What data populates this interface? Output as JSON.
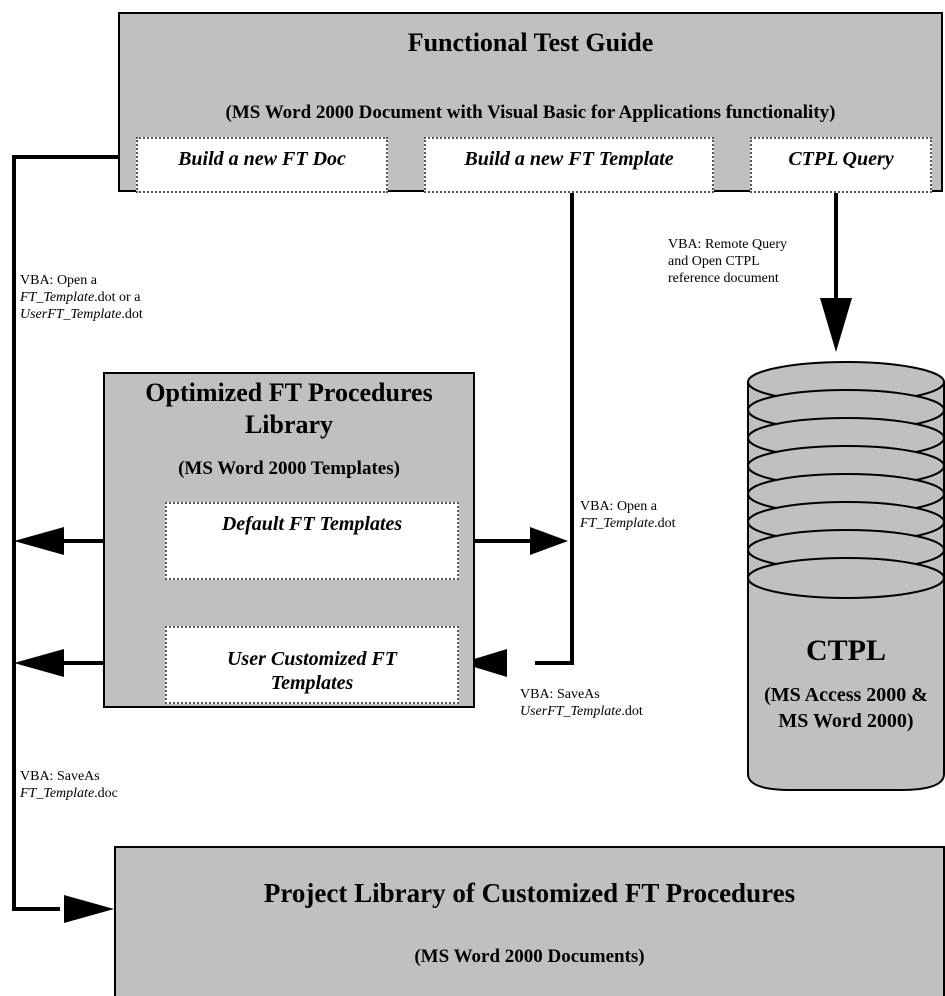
{
  "functional_test_guide": {
    "title": "Functional Test Guide",
    "subtitle": "(MS Word 2000 Document with Visual Basic for Applications functionality)",
    "build_doc": "Build a new FT Doc",
    "build_template": "Build a new FT Template",
    "ctpl_query": "CTPL Query"
  },
  "optimized_library": {
    "title_line1": "Optimized FT Procedures",
    "title_line2": "Library",
    "subtitle": "(MS Word 2000 Templates)",
    "default_templates": "Default FT Templates",
    "user_templates_line1": "User Customized FT",
    "user_templates_line2": "Templates"
  },
  "ctpl": {
    "title": "CTPL",
    "subtitle_line1": "(MS Access 2000 &",
    "subtitle_line2": "MS Word 2000)"
  },
  "project_library": {
    "title": "Project Library of Customized FT Procedures",
    "subtitle": "(MS Word 2000 Documents)"
  },
  "labels": {
    "open_template_left": {
      "l1": "VBA: Open  a",
      "l2_italic": "FT_Template",
      "l2_rest": ".dot or  a",
      "l3_italic": "UserFT_Template",
      "l3_rest": ".dot"
    },
    "remote_query": {
      "l1": "VBA: Remote Query",
      "l2": "and Open CTPL",
      "l3": "reference document"
    },
    "open_template_right": {
      "l1": "VBA: Open  a",
      "l2_italic": "FT_Template",
      "l2_rest": ".dot"
    },
    "saveas_user": {
      "l1": "VBA: SaveAs",
      "l2_italic": "UserFT_Template",
      "l2_rest": ".dot"
    },
    "saveas_doc": {
      "l1": "VBA: SaveAs",
      "l2_italic": "FT_Template",
      "l2_rest": ".doc"
    }
  }
}
